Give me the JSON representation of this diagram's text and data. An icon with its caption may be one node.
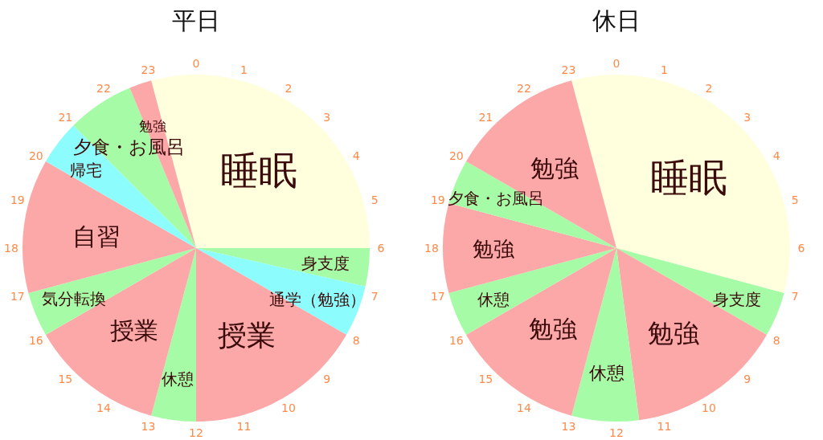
{
  "diagram": {
    "nodes": [
      {
        "text": [
          "平日"
        ]
      },
      {
        "text": [
          "睡眠"
        ],
        "in": 0
      },
      {
        "text": [
          "身支度"
        ],
        "in": 0
      },
      {
        "text": [
          "通学（勉強）"
        ],
        "in": 0
      },
      {
        "text": [
          "授業"
        ],
        "in": 0
      },
      {
        "text": [
          "休憩"
        ],
        "in": 0
      },
      {
        "text": [
          "授業"
        ],
        "in": 0
      },
      {
        "text": [
          "気分転換"
        ],
        "in": 0
      },
      {
        "text": [
          "自習"
        ],
        "in": 0
      },
      {
        "text": [
          "帰宅"
        ],
        "in": 0
      },
      {
        "text": [
          "夕食・お風呂"
        ],
        "in": 0
      },
      {
        "text": [
          "勉強"
        ],
        "in": 0
      },
      {
        "text": [
          "休日"
        ]
      },
      {
        "text": [
          "睡眠"
        ],
        "in": 12
      },
      {
        "text": [
          "身支度"
        ],
        "in": 12
      },
      {
        "text": [
          "勉強"
        ],
        "in": 12
      },
      {
        "text": [
          "休憩"
        ],
        "in": 12
      },
      {
        "text": [
          "勉強"
        ],
        "in": 12
      },
      {
        "text": [
          "休憩"
        ],
        "in": 12
      },
      {
        "text": [
          "勉強"
        ],
        "in": 12
      },
      {
        "text": [
          "夕食・お風呂"
        ],
        "in": 12
      },
      {
        "text": [
          "勉強"
        ],
        "in": 12
      }
    ],
    "labels": [
      "0",
      "1",
      "2",
      "3",
      "4",
      "5",
      "6",
      "7",
      "8",
      "9",
      "10",
      "11",
      "12",
      "13",
      "14",
      "15",
      "16",
      "17",
      "18",
      "19",
      "20",
      "21",
      "22",
      "23",
      "0",
      "1",
      "2",
      "3",
      "4",
      "5",
      "6",
      "7",
      "8",
      "9",
      "10",
      "11",
      "12",
      "13",
      "14",
      "15",
      "16",
      "17",
      "18",
      "19",
      "20",
      "21",
      "22",
      "23"
    ]
  }
}
